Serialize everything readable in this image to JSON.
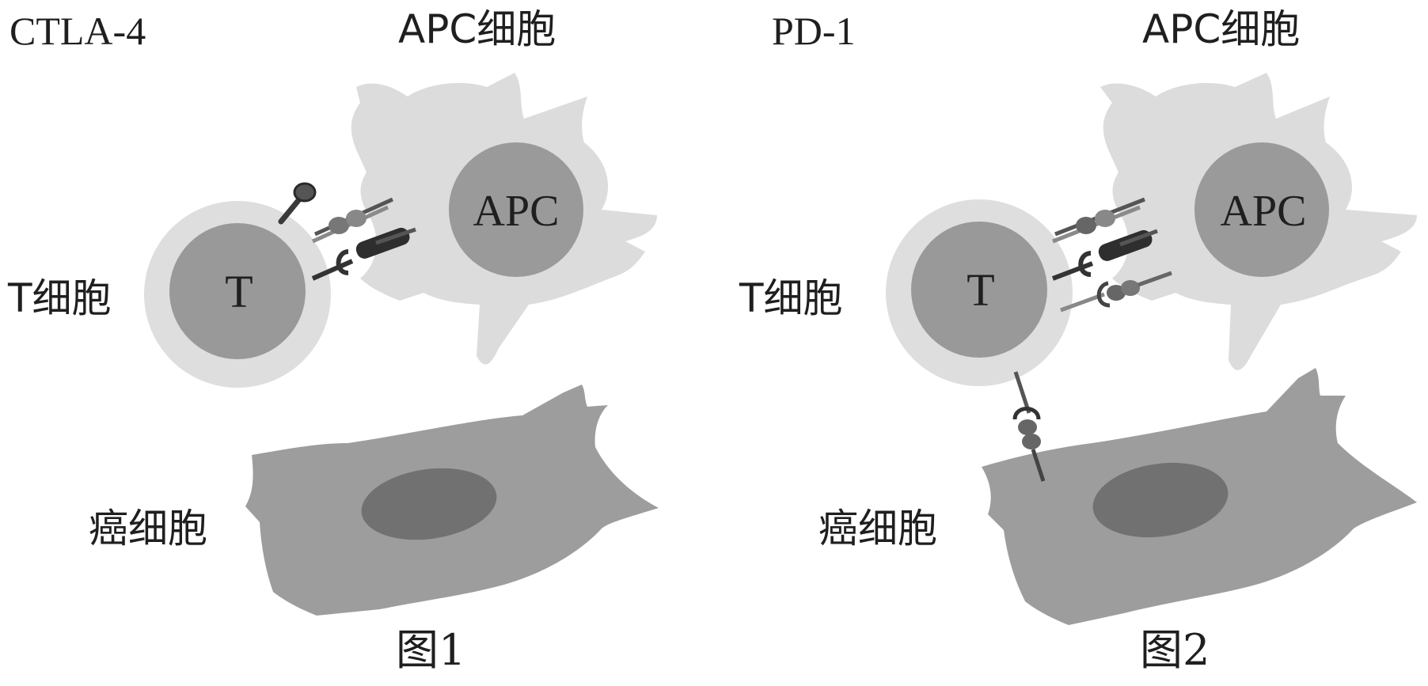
{
  "panels": [
    {
      "marker_label": "CTLA-4",
      "apc_cell_label": "APC细胞",
      "apc_nucleus_label": "APC",
      "t_cell_label": "T细胞",
      "t_nucleus_label": "T",
      "cancer_cell_label": "癌细胞",
      "caption": "图1"
    },
    {
      "marker_label": "PD-1",
      "apc_cell_label": "APC细胞",
      "apc_nucleus_label": "APC",
      "t_cell_label": "T细胞",
      "t_nucleus_label": "T",
      "cancer_cell_label": "癌细胞",
      "caption": "图2"
    }
  ],
  "colors": {
    "apc_cell_body": "#dcdcdc",
    "apc_nucleus": "#9a9a9a",
    "t_cell_body": "#dedede",
    "t_nucleus": "#999999",
    "cancer_cell_body": "#9d9d9d",
    "cancer_nucleus": "#717171",
    "receptor": "#3a3a3a"
  }
}
